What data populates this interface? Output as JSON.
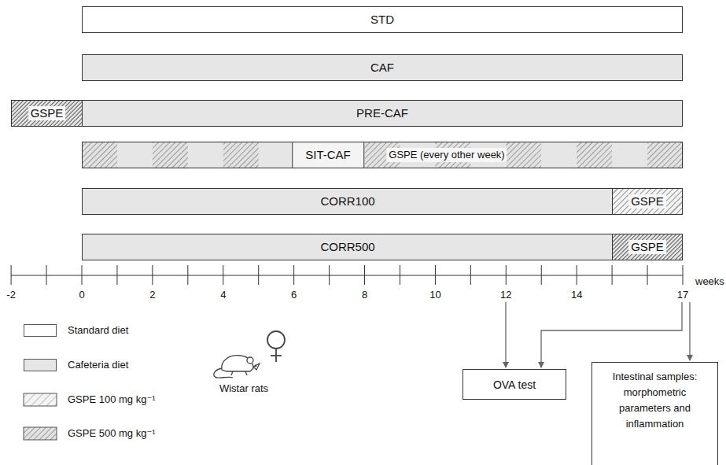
{
  "diagram": {
    "nodes": [
      {
        "text": [
          "STD"
        ]
      },
      {
        "text": [
          "CAF"
        ]
      },
      {
        "text": [
          "GSPE"
        ]
      },
      {
        "text": [
          "PRE-CAF"
        ]
      },
      {
        "text": [
          "SIT-CAF",
          "GSPE (every other week)"
        ]
      },
      {
        "text": [
          "CORR100"
        ]
      },
      {
        "text": [
          "GSPE"
        ],
        "in": 5
      },
      {
        "text": [
          "CORR500"
        ]
      },
      {
        "text": [
          "GSPE"
        ],
        "in": 7
      },
      {
        "text": [
          "OVA test"
        ]
      },
      {
        "text": [
          "Intestinal samples: morphometric parameters and inflammation"
        ]
      }
    ],
    "labels": [
      "-2",
      "0",
      "2",
      "4",
      "6",
      "8",
      "10",
      "12",
      "14",
      "17",
      "weeks",
      "Wistar rats"
    ],
    "legend": [
      {
        "text": "Standard diet",
        "color": "#ffffff"
      },
      {
        "text": "Cafeteria diet",
        "color": "#e6e6e6"
      },
      {
        "text": "GSPE 100 mg kg⁻¹"
      },
      {
        "text": "GSPE 500 mg kg⁻¹"
      }
    ]
  }
}
